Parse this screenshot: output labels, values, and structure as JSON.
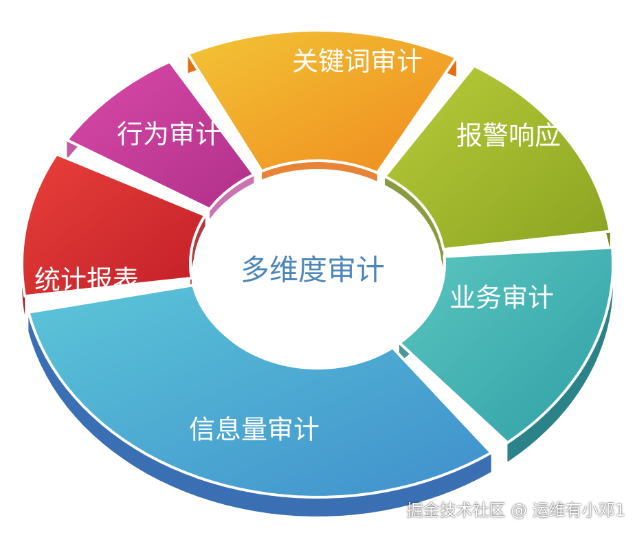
{
  "diagram": {
    "center_label": "多维度审计",
    "center_color": "#4d86b8",
    "segments": [
      {
        "label": "关键词审计",
        "color_light": "#f2c436",
        "color_dark": "#f08a1e",
        "side": "#e46f12"
      },
      {
        "label": "报警响应",
        "color_light": "#b9cc3a",
        "color_dark": "#8aa321",
        "side": "#74891a"
      },
      {
        "label": "业务审计",
        "color_light": "#5cc6c0",
        "color_dark": "#2f9fa6",
        "side": "#2b8288"
      },
      {
        "label": "信息量审计",
        "color_light": "#5cc6d8",
        "color_dark": "#3f8fcc",
        "side": "#3a6fb4"
      },
      {
        "label": "统计报表",
        "color_light": "#e8403a",
        "color_dark": "#c21f28",
        "side": "#a31820"
      },
      {
        "label": "行为审计",
        "color_light": "#d94aa8",
        "color_dark": "#b0308a",
        "side": "#c25aa5"
      }
    ]
  },
  "watermark": "掘金技术社区 @ 运维有小邓1"
}
